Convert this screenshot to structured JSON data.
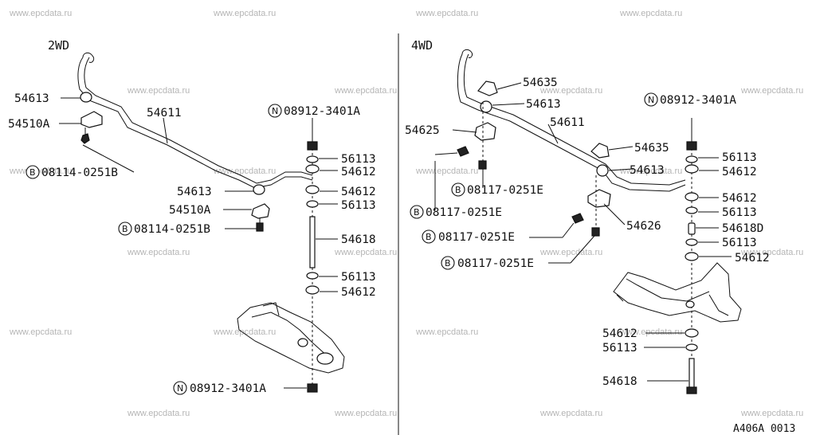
{
  "watermark": "www.epcdata.ru",
  "reference_code": "A406A 0013",
  "sections": [
    {
      "id": "2wd",
      "title": "2WD"
    },
    {
      "id": "4wd",
      "title": "4WD"
    }
  ],
  "parts_2wd": [
    {
      "id": "54613_a",
      "label": "54613"
    },
    {
      "id": "54510A_a",
      "label": "54510A"
    },
    {
      "id": "08114_a",
      "prefix": "B",
      "label": "08114-0251B"
    },
    {
      "id": "54611",
      "label": "54611"
    },
    {
      "id": "54613_b",
      "label": "54613"
    },
    {
      "id": "54510A_b",
      "label": "54510A"
    },
    {
      "id": "08114_b",
      "prefix": "B",
      "label": "08114-0251B"
    },
    {
      "id": "08912_top",
      "prefix": "N",
      "label": "08912-3401A"
    },
    {
      "id": "56113_a",
      "label": "56113"
    },
    {
      "id": "54612_a",
      "label": "54612"
    },
    {
      "id": "54612_b",
      "label": "54612"
    },
    {
      "id": "56113_b",
      "label": "56113"
    },
    {
      "id": "54618",
      "label": "54618"
    },
    {
      "id": "56113_c",
      "label": "56113"
    },
    {
      "id": "54612_c",
      "label": "54612"
    },
    {
      "id": "08912_bot",
      "prefix": "N",
      "label": "08912-3401A"
    }
  ],
  "parts_4wd": [
    {
      "id": "54635_a",
      "label": "54635"
    },
    {
      "id": "54613_a",
      "label": "54613"
    },
    {
      "id": "54625",
      "label": "54625"
    },
    {
      "id": "54611",
      "label": "54611"
    },
    {
      "id": "54635_b",
      "label": "54635"
    },
    {
      "id": "54613_b",
      "label": "54613"
    },
    {
      "id": "08117_a",
      "prefix": "B",
      "label": "08117-0251E"
    },
    {
      "id": "08117_b",
      "prefix": "B",
      "label": "08117-0251E"
    },
    {
      "id": "54626",
      "label": "54626"
    },
    {
      "id": "08117_c",
      "prefix": "B",
      "label": "08117-0251E"
    },
    {
      "id": "08117_d",
      "prefix": "B",
      "label": "08117-0251E"
    },
    {
      "id": "08912_top",
      "prefix": "N",
      "label": "08912-3401A"
    },
    {
      "id": "56113_a",
      "label": "56113"
    },
    {
      "id": "54612_a",
      "label": "54612"
    },
    {
      "id": "54612_b",
      "label": "54612"
    },
    {
      "id": "56113_b",
      "label": "56113"
    },
    {
      "id": "54618D",
      "label": "54618D"
    },
    {
      "id": "56113_c",
      "label": "56113"
    },
    {
      "id": "54612_c",
      "label": "54612"
    },
    {
      "id": "54612_d",
      "label": "54612"
    },
    {
      "id": "56113_d",
      "label": "56113"
    },
    {
      "id": "54618",
      "label": "54618"
    }
  ]
}
